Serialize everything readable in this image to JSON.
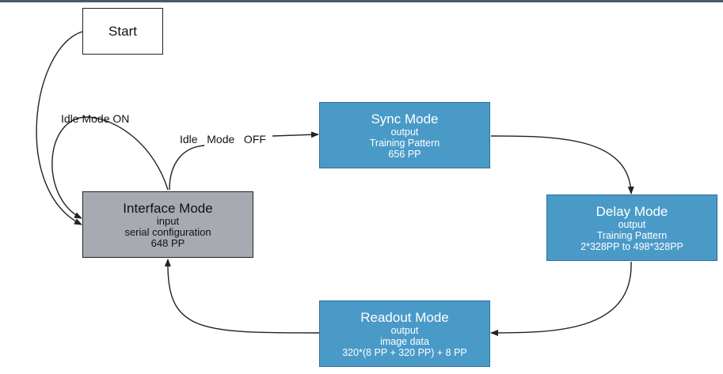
{
  "start": {
    "label": "Start"
  },
  "interface": {
    "title": "Interface Mode",
    "lines": [
      "input",
      "serial configuration",
      "648 PP"
    ]
  },
  "sync": {
    "title": "Sync Mode",
    "lines": [
      "output",
      "Training Pattern",
      "656 PP"
    ]
  },
  "delay": {
    "title": "Delay Mode",
    "lines": [
      "output",
      "Training Pattern",
      "2*328PP to 498*328PP"
    ]
  },
  "readout": {
    "title": "Readout Mode",
    "lines": [
      "output",
      "image data",
      "320*(8 PP + 320 PP) + 8 PP"
    ]
  },
  "edges": {
    "idle_on": "Idle Mode ON",
    "idle_off": "Idle   Mode   OFF"
  },
  "colors": {
    "mode_box": "#4a9ac8",
    "interface_box": "#a7abb1"
  }
}
